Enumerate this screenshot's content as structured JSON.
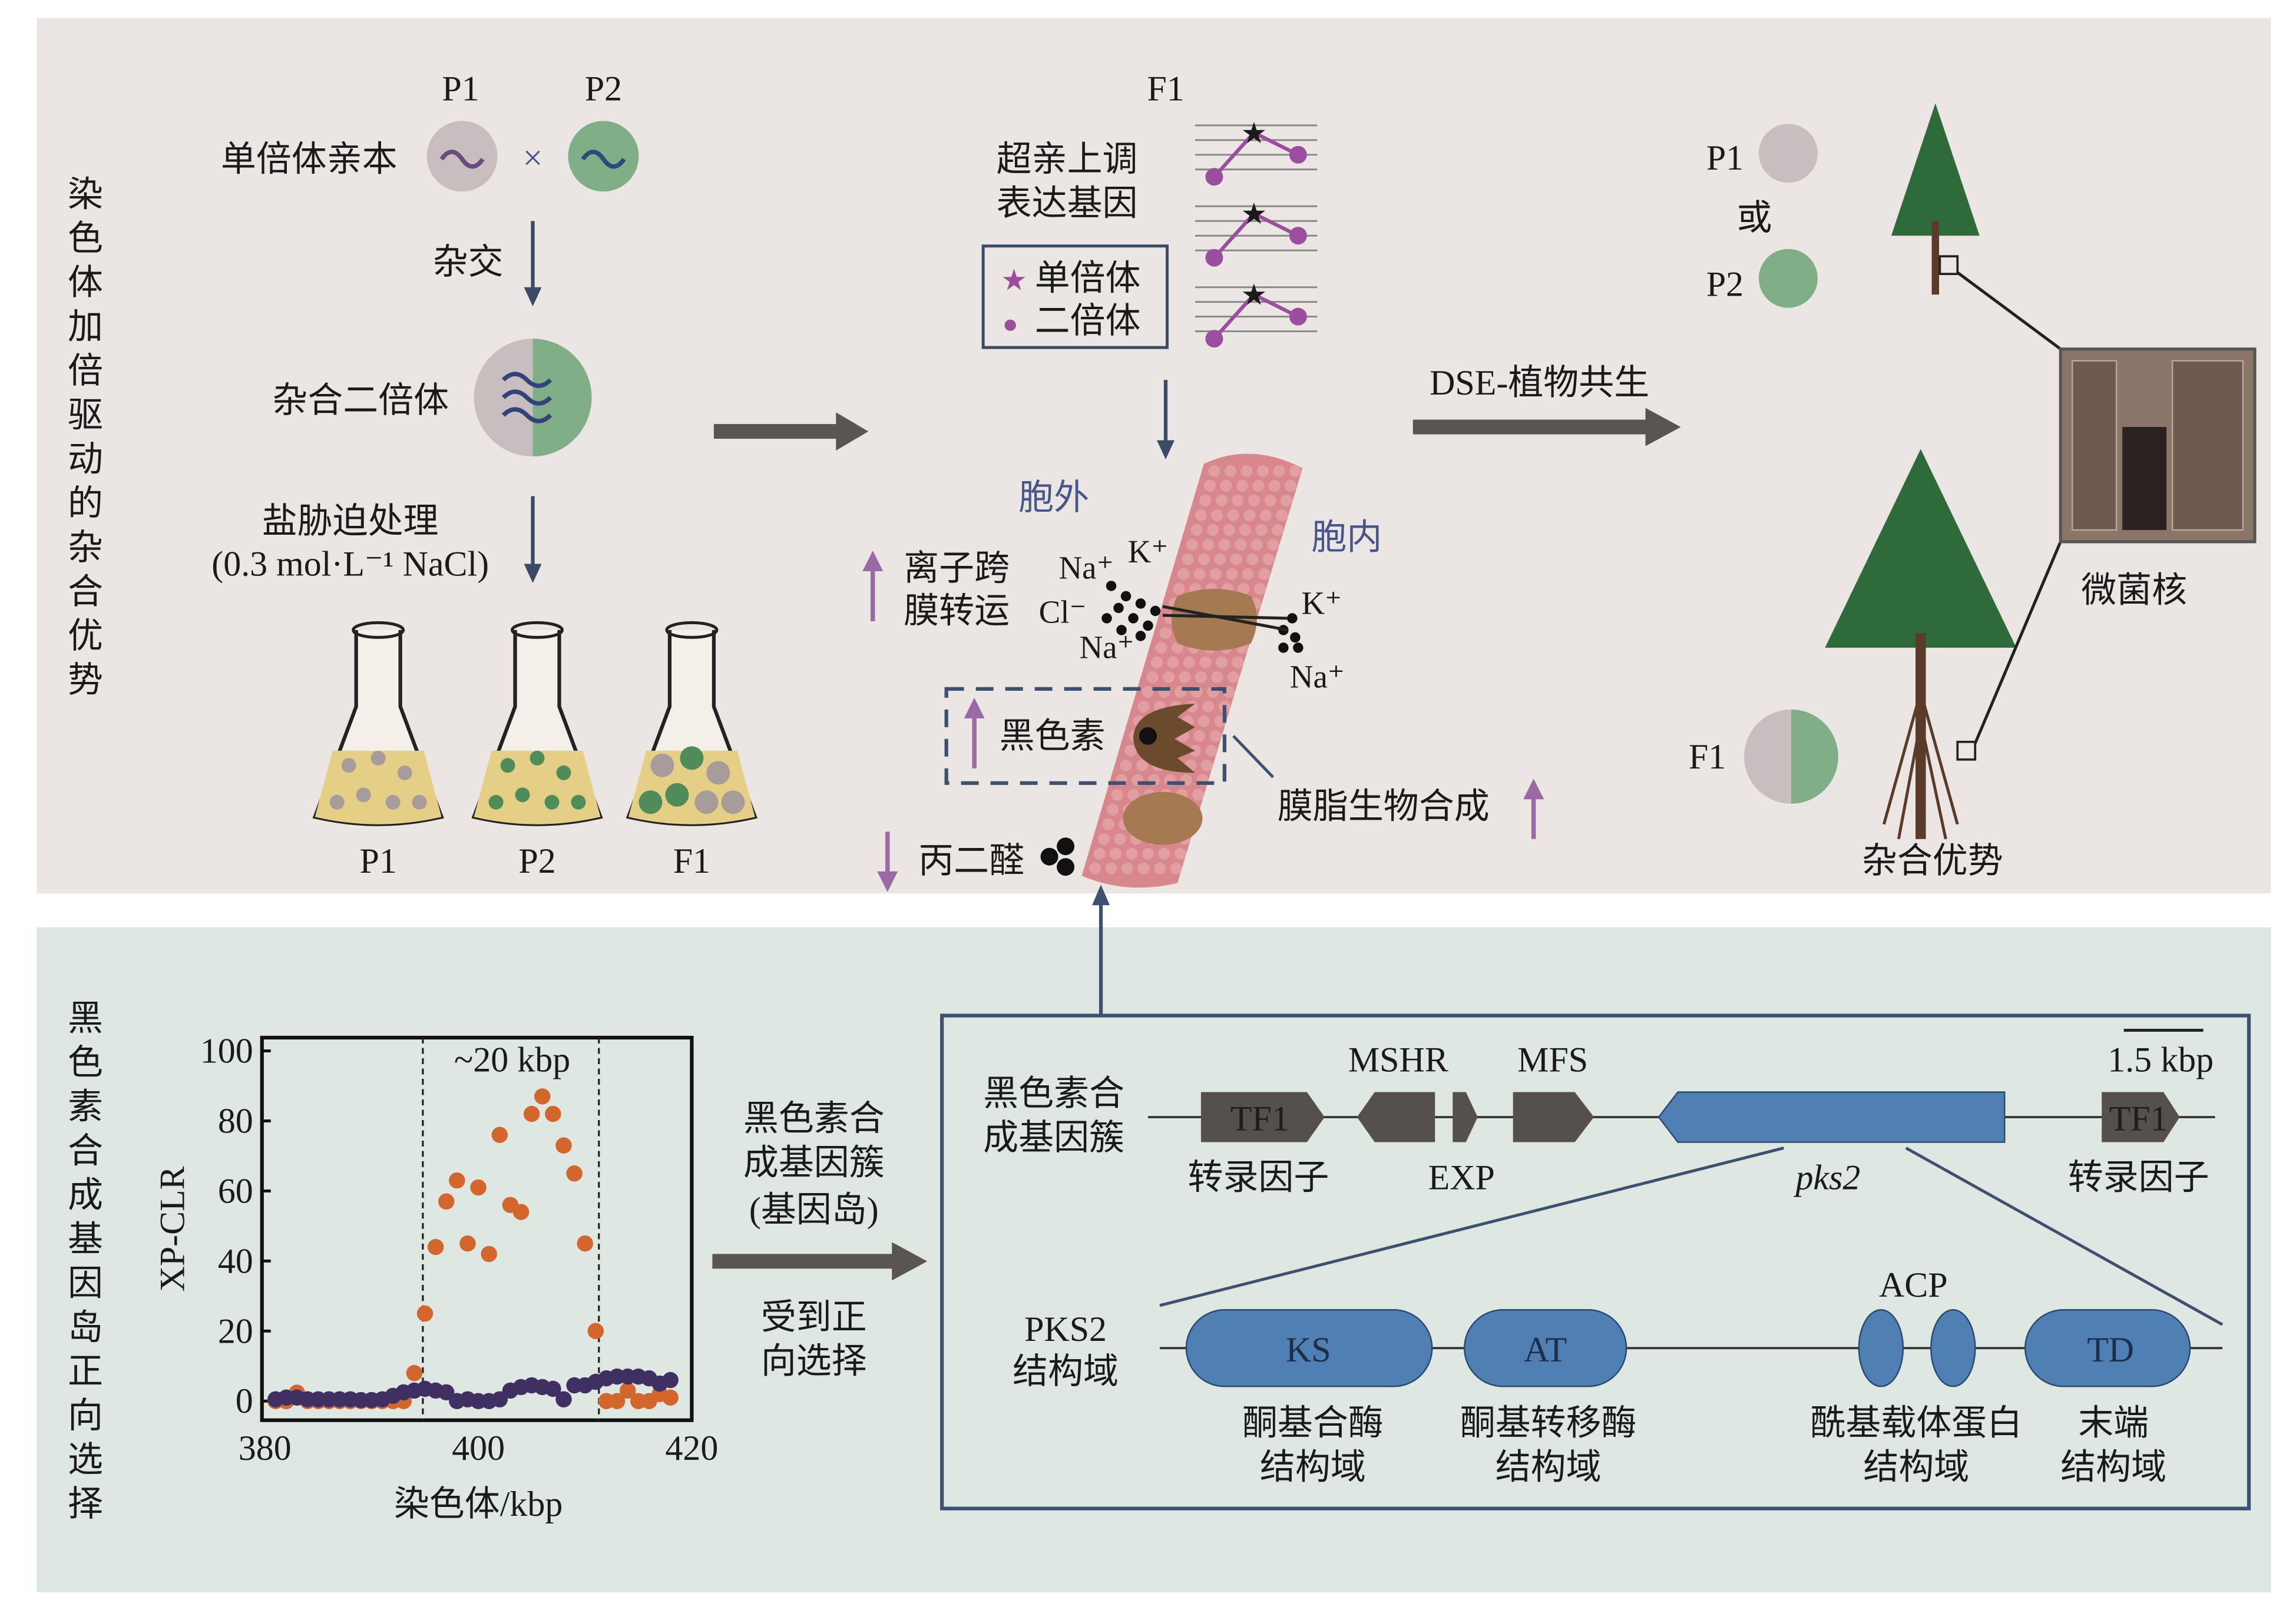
{
  "colors": {
    "top_panel": "#ebe6e3",
    "bottom_panel": "#dfe7e3",
    "haploid_p1": "#c8bdbf",
    "haploid_p2": "#7fae87",
    "membrane": "#d8888c",
    "transporter": "#a57a52",
    "gene_blue": "#4f7fb3",
    "gene_dark": "#55504d",
    "arrow_purple": "#9a6aa5",
    "series_orange": "#d2662c",
    "series_purple": "#3f2f63"
  },
  "top": {
    "side_title": [
      "染",
      "色",
      "体",
      "加",
      "倍",
      "驱",
      "动",
      "的",
      "杂",
      "合",
      "优",
      "势"
    ],
    "p1": "P1",
    "p2": "P2",
    "haploid_parent": "单倍体亲本",
    "cross_symbol": "×",
    "hybridize": "杂交",
    "hybrid_diploid": "杂合二倍体",
    "salt_treatment": "盐胁迫处理",
    "salt_condition": "(0.3 mol·L⁻¹ NaCl)",
    "flasks": [
      "P1",
      "P2",
      "F1"
    ],
    "f1": "F1",
    "overdominant_1": "超亲上调",
    "overdominant_2": "表达基因",
    "legend": [
      {
        "icon": "star-icon",
        "label": "单倍体",
        "glyph": "★"
      },
      {
        "icon": "dot-icon",
        "label": "二倍体",
        "glyph": "●"
      }
    ],
    "extracellular": "胞外",
    "intracellular": "胞内",
    "ion_transport_1": "离子跨",
    "ion_transport_2": "膜转运",
    "ions": {
      "na_out": "Na⁺",
      "k_out": "K⁺",
      "cl_out": "Cl⁻",
      "na_out2": "Na⁺",
      "k_in": "K⁺",
      "na_in": "Na⁺"
    },
    "melanin": "黑色素",
    "lipid_biosynthesis": "膜脂生物合成",
    "mda": "丙二醛",
    "dse_symbiosis": "DSE-植物共生",
    "or": "或",
    "microsclerotia": "微菌核",
    "heterosis": "杂合优势"
  },
  "bottom": {
    "side_title": [
      "黑",
      "色",
      "素",
      "合",
      "成",
      "基",
      "因",
      "岛",
      "正",
      "向",
      "选",
      "择"
    ],
    "cluster_label": [
      "黑色素合",
      "成基因簇",
      "(基因岛)"
    ],
    "positive_selection": [
      "受到正",
      "向选择"
    ],
    "gene_cluster_title": [
      "黑色素合",
      "成基因簇"
    ],
    "genes": {
      "tf1_left": "TF1",
      "mshr": "MSHR",
      "exp": "EXP",
      "mfs": "MFS",
      "pks2": "pks2",
      "tf1_right": "TF1",
      "tf_label_left": "转录因子",
      "tf_label_right": "转录因子",
      "scale": "1.5 kbp"
    },
    "domain_title": [
      "PKS2",
      "结构域"
    ],
    "domains": {
      "ks": "KS",
      "at": "AT",
      "acp": "ACP",
      "td": "TD",
      "ks_desc": [
        "酮基合酶",
        "结构域"
      ],
      "at_desc": [
        "酮基转移酶",
        "结构域"
      ],
      "acp_desc": [
        "酰基载体蛋白",
        "结构域"
      ],
      "td_desc": [
        "末端",
        "结构域"
      ]
    }
  },
  "chart_data": {
    "type": "scatter",
    "title": "",
    "annotation": "~20 kbp",
    "xlabel": "染色体/kbp",
    "ylabel": "XP-CLR",
    "xlim": [
      380,
      420
    ],
    "ylim": [
      0,
      100
    ],
    "xticks": [
      380,
      400,
      420
    ],
    "yticks": [
      0,
      20,
      40,
      60,
      80,
      100
    ],
    "region_bounds": [
      394.8,
      411.3
    ],
    "x": [
      381,
      382,
      383,
      384,
      385,
      386,
      387,
      388,
      389,
      390,
      391,
      392,
      393,
      394,
      395,
      396,
      397,
      398,
      399,
      400,
      401,
      402,
      403,
      404,
      405,
      406,
      407,
      408,
      409,
      410,
      411,
      412,
      413,
      414,
      415,
      416,
      417,
      418
    ],
    "series": [
      {
        "color": "#d2662c",
        "values": [
          0,
          0,
          2.4,
          0,
          0,
          0,
          0,
          0,
          0,
          0,
          0,
          0,
          0,
          8,
          25,
          44,
          57,
          63,
          45,
          61,
          42,
          76,
          56,
          54,
          82,
          87,
          82,
          73,
          65,
          45,
          20,
          0,
          0,
          3,
          0,
          0,
          2,
          1
        ]
      },
      {
        "color": "#3f2f63",
        "values": [
          0.5,
          1,
          1,
          0.5,
          0.5,
          0.5,
          0.5,
          0.5,
          0.3,
          0.3,
          0.5,
          1.5,
          2.5,
          3,
          3.5,
          3,
          2.5,
          0,
          0.5,
          0,
          0,
          0.5,
          3,
          4,
          4.5,
          4,
          3.5,
          0.5,
          4.5,
          4.5,
          5.5,
          6.5,
          7,
          7,
          7,
          6.5,
          5,
          6
        ]
      }
    ],
    "grid": false
  }
}
